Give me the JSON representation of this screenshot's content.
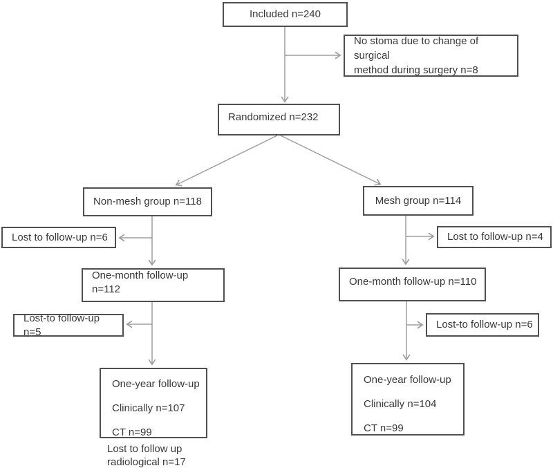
{
  "diagram": {
    "title": "Patient inclusion flow chart",
    "colors": {
      "box_border": "#4f4f4f",
      "arrow": "#9e9e9e",
      "text": "#383838",
      "background": "#ffffff"
    },
    "nodes": {
      "included": {
        "label": "Included n=240"
      },
      "no_stoma": {
        "label": "No stoma due to change of surgical\nmethod during surgery n=8"
      },
      "randomized": {
        "label": "Randomized n=232"
      },
      "non_mesh_group": {
        "label": "Non-mesh group n=118"
      },
      "mesh_group": {
        "label": "Mesh group n=114"
      },
      "lost_one_month_left": {
        "label": "Lost to follow-up n=6"
      },
      "lost_one_month_right": {
        "label": "Lost to follow-up n=4"
      },
      "one_month_left": {
        "label": "One-month follow-up n=112"
      },
      "one_month_right": {
        "label": "One-month follow-up n=110"
      },
      "lost_one_year_left": {
        "label": "Lost-to follow-up n=5"
      },
      "lost_one_year_right": {
        "label": "Lost-to follow-up n=6"
      },
      "one_year_left": {
        "lines": [
          "One-year follow-up",
          "Clinically n=107",
          "CT n=99"
        ]
      },
      "one_year_right": {
        "lines": [
          "One-year follow-up",
          "Clinically n=104",
          "CT n=99"
        ]
      },
      "lost_radiological_note": {
        "label": "Lost to follow up\nradiological n=17"
      }
    }
  }
}
